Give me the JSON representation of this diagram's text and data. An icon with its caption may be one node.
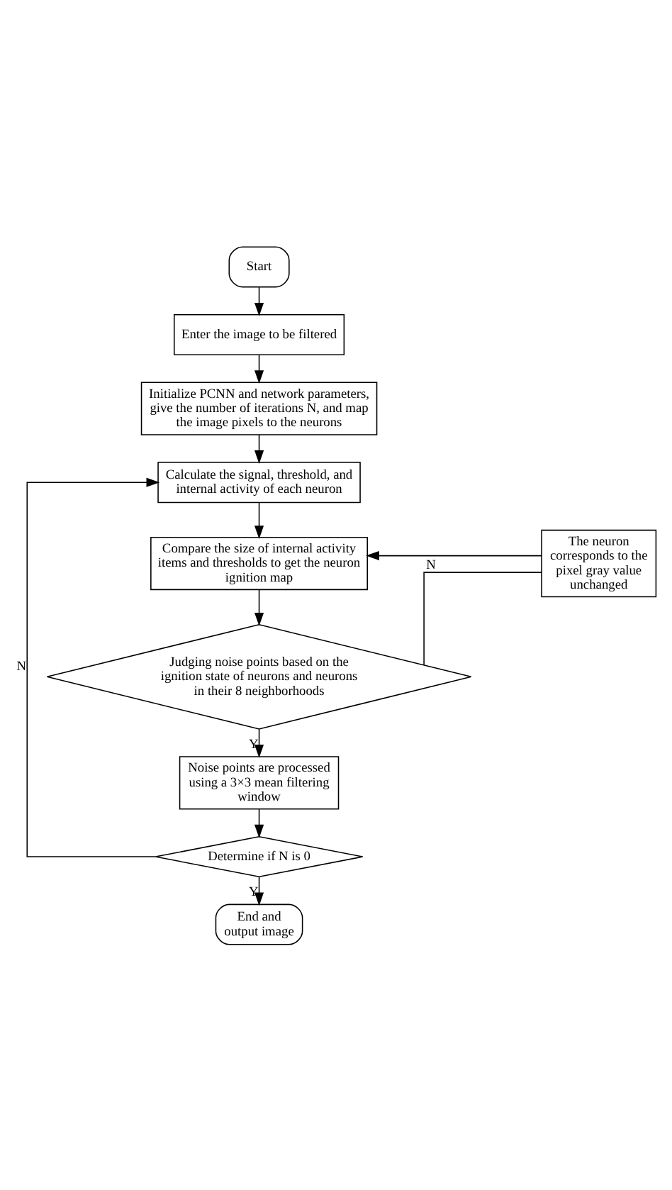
{
  "diagram": {
    "nodes": [
      {
        "text": [
          "Start"
        ]
      },
      {
        "text": [
          "Enter the image to be filtered"
        ]
      },
      {
        "text": [
          "Initialize PCNN and network parameters, give the number of iterations N, and map the image pixels to the neurons"
        ]
      },
      {
        "text": [
          "Calculate the signal, threshold, and internal activity of each neuron"
        ]
      },
      {
        "text": [
          "Compare the size of internal activity items and thresholds to get the neuron ignition map"
        ]
      },
      {
        "text": [
          "Judging noise points based on the ignition state of neurons and neurons in their 8 neighborhoods"
        ]
      },
      {
        "text": [
          "The neuron corresponds to the pixel gray value unchanged"
        ]
      },
      {
        "text": [
          "Noise points are processed using a 3×3 mean filtering window"
        ]
      },
      {
        "text": [
          "Determine if N is 0"
        ]
      },
      {
        "text": [
          "End and output image"
        ]
      }
    ],
    "edges": [
      {
        "from": 0,
        "to": 1,
        "arrow": "to"
      },
      {
        "from": 1,
        "to": 2,
        "arrow": "to"
      },
      {
        "from": 2,
        "to": 3,
        "arrow": "to"
      },
      {
        "from": 3,
        "to": 4,
        "arrow": "to"
      },
      {
        "from": 4,
        "to": 5,
        "arrow": "to"
      },
      {
        "from": 5,
        "to": 6,
        "arrow": "none",
        "label": "N"
      },
      {
        "from": 6,
        "to": 4,
        "arrow": "to"
      },
      {
        "from": 5,
        "to": 7,
        "arrow": "to",
        "label": "Y"
      },
      {
        "from": 7,
        "to": 8,
        "arrow": "to"
      },
      {
        "from": 8,
        "to": 3,
        "arrow": "to",
        "label": "N"
      },
      {
        "from": 8,
        "to": 9,
        "arrow": "to",
        "label": "Y"
      }
    ]
  }
}
